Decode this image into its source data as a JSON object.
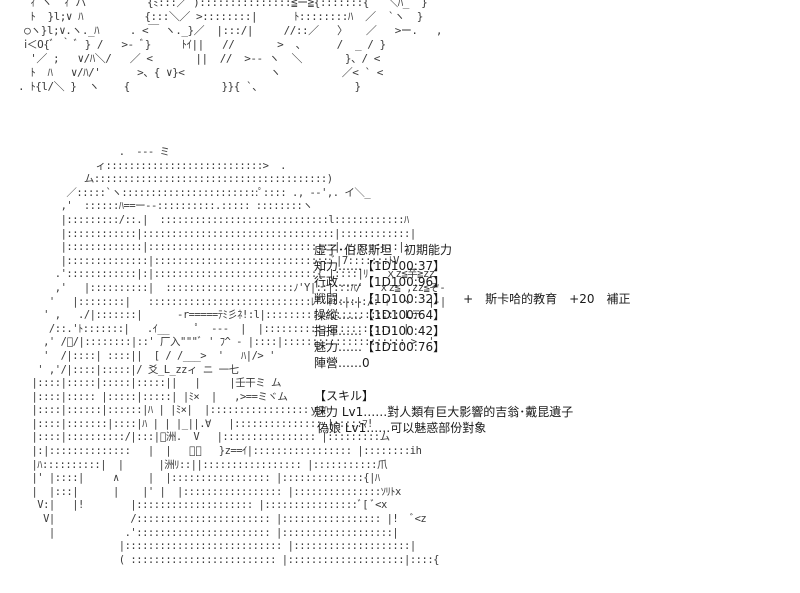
{
  "art": {
    "top": "  ｨ ヽ  ｨ ハ          {ﾐ:::／ ):::::::::::::::≦ー≧{:::::::{   ＼ﾊ_  }\n  ﾄ  }l;∨ ﾊ          {:::＼／ >::::::::|      ﾄ::::::::ﾊ  ／  `ヽ  }\n ○ヽ}l;∨.ヽ._ﾊ     . <￣ ヽ._}／  |:::/|     //::／   〉   ／   >ー.   ,\n ⅰ＜O{ﾞ ｀ ﾞ } /   >‐ ﾞ}     ﾄｲ||   //       >  、     /  _ / }\n  '／ ;   ∨/ﾊ＼/   ／ <       ||  //  >‐‐ ヽ  ＼       }、/ <\n  ﾄ  ﾊ   ∨/ﾊ/'      >、{ ∨}<              ヽ          ／< ` <\n. ﾄ{l/＼ }  ヽ    {               }}{ `、               }",
    "figure": "                  .  --- ミ\n              ィ:::::::::::::::::::::::::::>  .\n            ム::::::::::::::::::::::::::::::::::::::::)\n         ／:::::`ヽ::::::::::::::::::::::::ﾟ:::: ., -‐',. イ＼_\n        ,'  ::::::ﾊ==ー‐-::::::::::.::::: ::::::::ヽ\n        |:::::::::/::.|  :::::::::::::::::::::::::::::l::::::::::::ﾊ\n        |::::::::::::|:::::::::::::::::::::::::::::::::|::::::::::::|\n        |:::::::::::::|::::::::::::::::::::::::::::::::| :::::::::|\n        |::::::::::::::|:::::::::::::::::::::::::::::::ﾞ|7:::::::ﾄV\n       .'::::::::::::|:|::::::::::::::::::::::::::::{ |::::|ﾘ   ｘz≦芋≧zz\n       ,'   |::::::::::|  ::::::::::::::::::::::ﾉ'Y|::|:::ﾊ/   ｘz≦ ,zz≦ぞ‐\n      '   |::::::::|   ::::::::::::::::::::::::::::ﾚ' ｨ::|:|:/: ｨ  ヽ   |-|\n     ' ,   ./|:::::::|      ‐r=====ﾃﾐ彡ﾈ!:l|::::::::::::::::::::::: Lテ\n      /::.'ﾄ:::::::|   .ｲ__     ﾟ  ‐‐‐  |  |::::::::::::::::::::::: |\n     ,' /ﾞ/|::::::::|::' 厂入\"\"\"ﾞ ' ﾌ^ ‐ |::::|::::::::::::::::::::: >  '\n     '  /|::::| ::::||  [ / /___>  '   ﾊ|/> '\n    ' ,'/|::::|:::::|/ 爻_L_zzィ ニ 一七\n   |::::|:::::|:::::|:::::||   |     |壬干ミ ム\n   |::::|::::: |:::::|:::::| |ﾐ×  |   ,>==ミヾム\n   |::::|::::::|::::::|ﾊ | |ﾐ×|  |:::::::::::::::::ｙﾏﾊ\n   |::::|:::::::|::::|ﾊ | | |_||.∀   |::::::::::::::: |:::::ﾏ!\n   |::::|::::::::::/|:::|ﾞ洲.  V   |:::::::::::::::: |:::::::::ム\n   |:|::::::::::::::   |  |   ﾞﾞ   }z==ｲ|::::::::::::::::: |::::::::ih\n   |ﾊ::::::::::|  |      |洲ﾘ::||::::::::::::::::: |:::::::::::爪\n   |' |::::|     ∧     |  |::::::::::::::::: |::::::::::::::{|ﾊ\n   |  |:::|      |    |' |  |::::::::::::::::: |:::::::::::::::ｿﾘﾄx\n    V:|   |!        |:::::::::::::::::::: |::::::::::::::::ﾞ[ ﾞ<x\n     V|             /::::::::::::::::::::::: |::::::::::::::::: |!  ﾞ<z\n      |            .'::::::::::::::::::::::: |:::::::::::::::::::|\n                  |::::::::::::::::::::::::::: |::::::::::::::::::::|\n                  ( ::::::::::::::::::::::::: |::::::::::::::::::::|::::{"
  },
  "stats": {
    "header": "虛子･伯恩斯坦　初期能力",
    "rows": [
      {
        "label": "知力",
        "value": "【1D100:37】",
        "extra": ""
      },
      {
        "label": "行政",
        "value": "【1D100:96】",
        "extra": ""
      },
      {
        "label": "戦闘",
        "value": "【1D100:32】",
        "extra": "　　+　斯卡哈的教育　+20　補正"
      },
      {
        "label": "操縦",
        "value": "【1D100:64】",
        "extra": ""
      },
      {
        "label": "指揮",
        "value": "【1D100:42】",
        "extra": ""
      },
      {
        "label": "魅力",
        "value": "【1D100:76】",
        "extra": ""
      },
      {
        "label": "陣營",
        "value": "0",
        "extra": ""
      }
    ],
    "separator": "……"
  },
  "skills": {
    "header": "【スキル】",
    "items": [
      {
        "text": "魅力 Lv1……對人類有巨大影響的吉翁･戴昆遺子"
      },
      {
        "text": "偽娘 Lv1……可以魅惑部份對象"
      }
    ]
  }
}
